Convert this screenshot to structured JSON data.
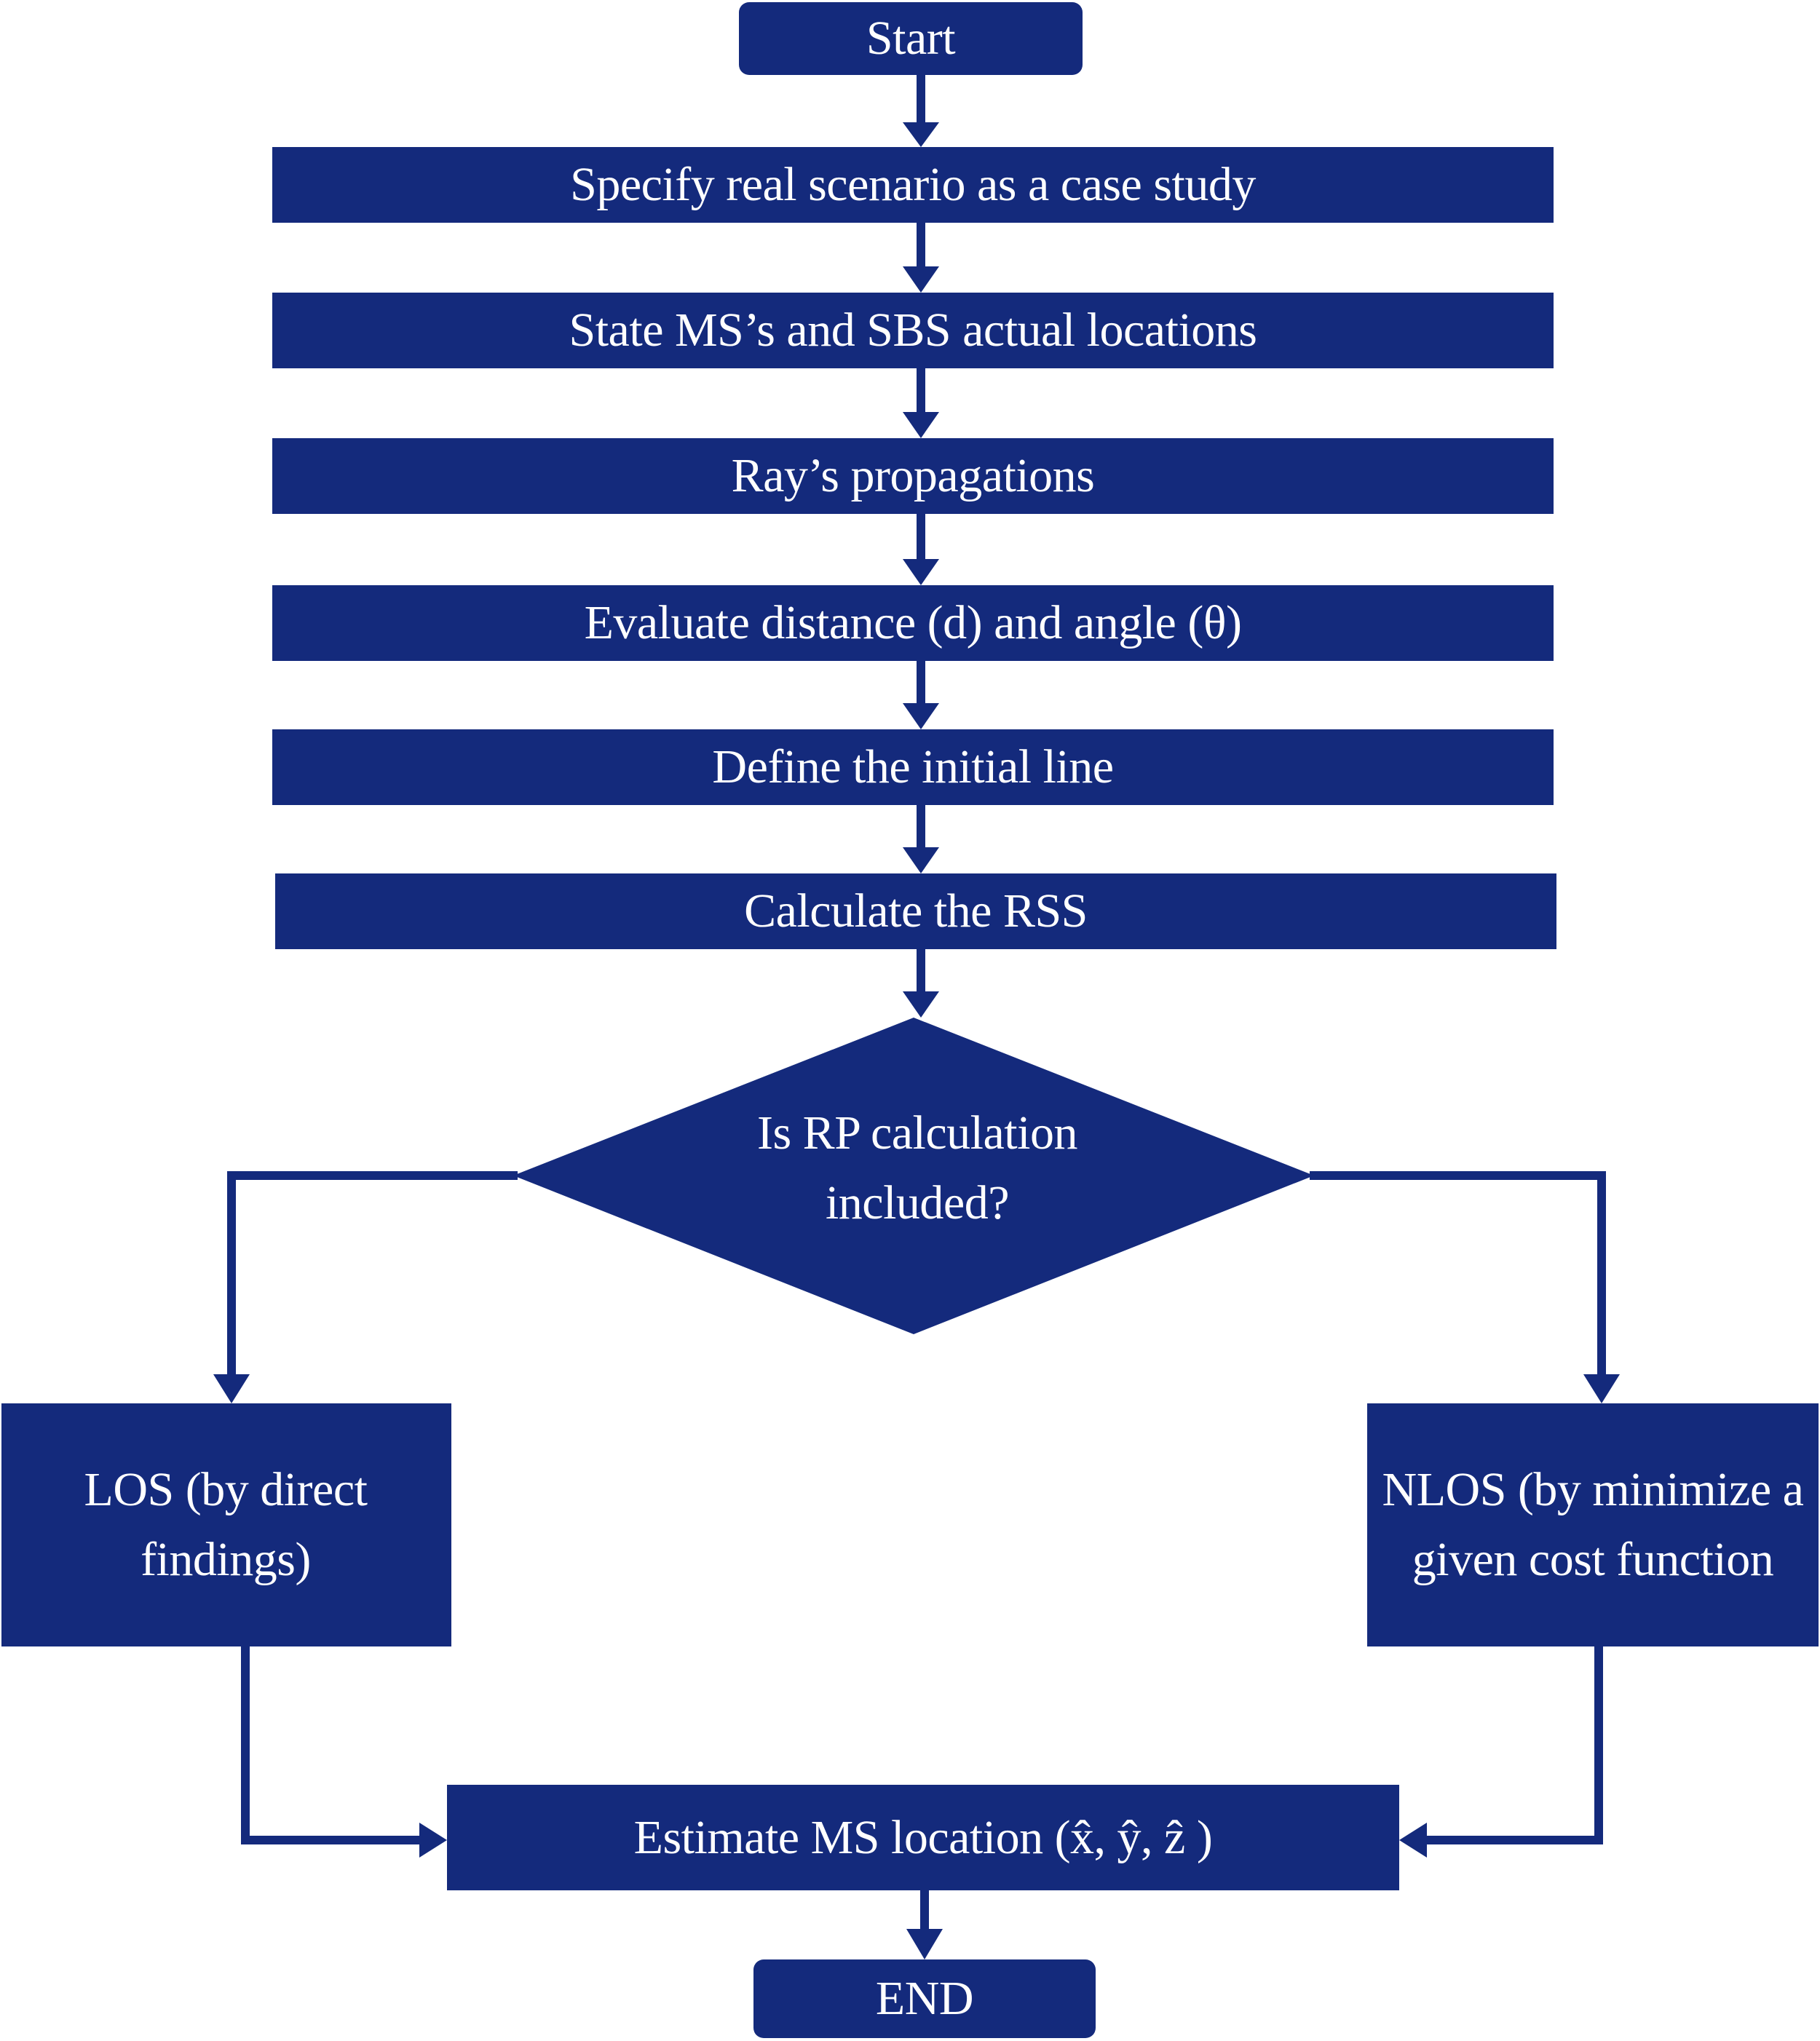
{
  "flowchart": {
    "start": "Start",
    "step_specify": "Specify real scenario as a case study",
    "step_state": "State MS’s and SBS actual locations",
    "step_rays": "Ray’s propagations",
    "step_evaluate": "Evaluate distance (d) and angle (θ)",
    "step_define": "Define the initial line",
    "step_rss": "Calculate the RSS",
    "decision": "Is RP calculation included?",
    "branch_los": "LOS (by direct findings)",
    "branch_nlos": "NLOS (by minimize a given cost function",
    "step_estimate": "Estimate MS location (x̂,  ŷ, ẑ )",
    "end": "END"
  },
  "colors": {
    "node_fill": "#142a7c",
    "node_text": "#ffffff",
    "background": "#ffffff"
  }
}
